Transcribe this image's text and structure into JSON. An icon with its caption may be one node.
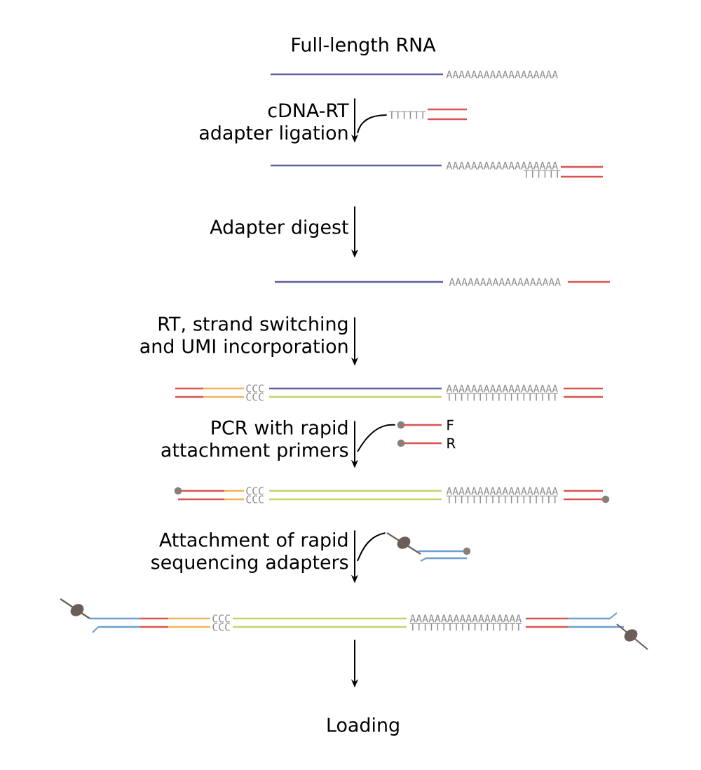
{
  "diagram": {
    "nodes": [
      {
        "text": [],
        "shape": "picture",
        "beside": [
          "Full-length RNA"
        ]
      },
      {
        "text": [],
        "shape": "picture"
      },
      {
        "text": [],
        "shape": "picture"
      },
      {
        "text": [],
        "shape": "picture"
      },
      {
        "text": [],
        "shape": "picture"
      },
      {
        "text": [],
        "shape": "picture"
      },
      {
        "text": [],
        "shape": "picture"
      },
      {
        "text": [],
        "shape": "picture"
      },
      {
        "text": [],
        "shape": "picture"
      },
      {
        "text": [
          "Loading"
        ]
      }
    ],
    "edges": [
      {
        "from": 0,
        "to": 2,
        "arrow": "to",
        "label": "cDNA-RT adapter ligation"
      },
      {
        "from": 1,
        "to": null,
        "arrow": "none"
      },
      {
        "from": 2,
        "to": 3,
        "arrow": "to",
        "label": "Adapter digest"
      },
      {
        "from": 3,
        "to": 4,
        "arrow": "to",
        "label": "RT, strand switching and UMI incorporation"
      },
      {
        "from": 4,
        "to": 6,
        "arrow": "to",
        "label": "PCR with rapid attachment primers"
      },
      {
        "from": 5,
        "to": null,
        "arrow": "none"
      },
      {
        "from": 6,
        "to": 8,
        "arrow": "to",
        "label": "Attachment of rapid sequencing adapters"
      },
      {
        "from": 7,
        "to": null,
        "arrow": "none"
      },
      {
        "from": 8,
        "to": 9,
        "arrow": "to"
      }
    ],
    "labels": [
      "AAAAAAAAAAAAAAAAAA",
      "TTTTTT",
      "AAAAAAAAAAAAAAAAAA",
      "TTTTTT",
      "AAAAAAAAAAAAAAAAAA",
      "CCC",
      "AAAAAAAAAAAAAAAAAA",
      "CCC",
      "TTTTTTTTTTTTTTTTTT",
      "F",
      "R",
      "CCC",
      "AAAAAAAAAAAAAAAAAA",
      "CCC",
      "TTTTTTTTTTTTTTTTTT",
      "CCC",
      "AAAAAAAAAAAAAAAAAA",
      "CCC",
      "TTTTTTTTTTTTTTTTTT"
    ]
  }
}
